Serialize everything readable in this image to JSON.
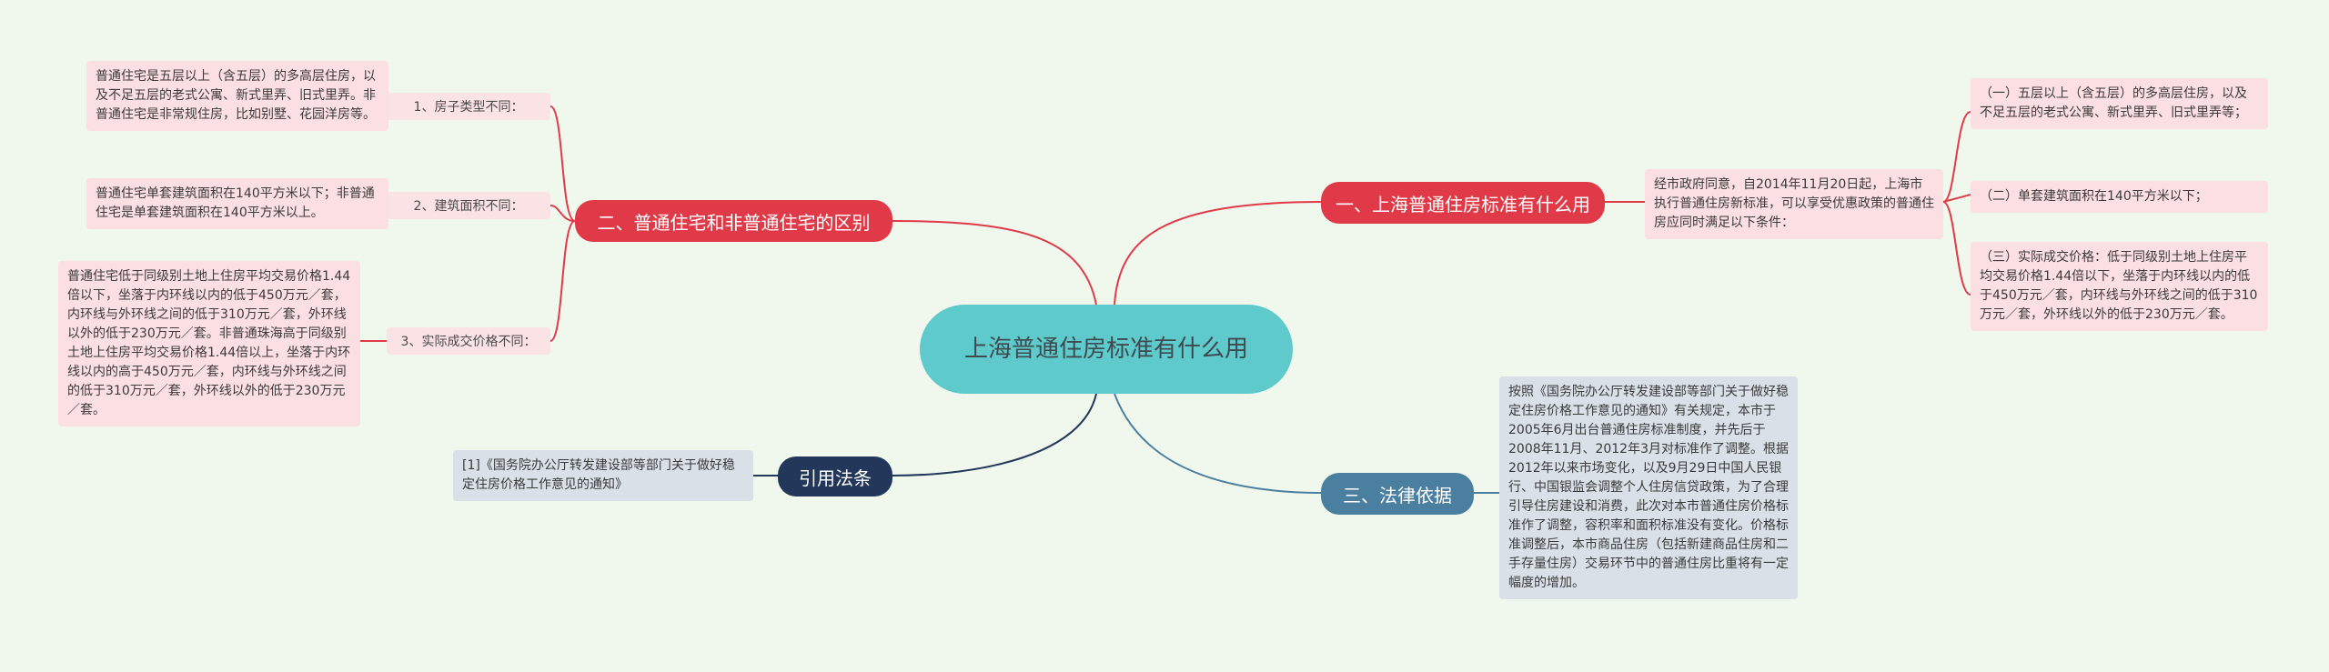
{
  "root": {
    "title": "上海普通住房标准有什么用"
  },
  "branches": {
    "b1": {
      "label": "一、上海普通住房标准有什么用"
    },
    "b2": {
      "label": "二、普通住宅和非普通住宅的区别"
    },
    "b3": {
      "label": "三、法律依据"
    },
    "b4": {
      "label": "引用法条"
    }
  },
  "b1_detail": "经市政府同意，自2014年11月20日起，上海市执行普通住房新标准，可以享受优惠政策的普通住房应同时满足以下条件：",
  "b1_conditions": [
    "（一）五层以上（含五层）的多高层住房，以及不足五层的老式公寓、新式里弄、旧式里弄等；",
    "（二）单套建筑面积在140平方米以下；",
    "（三）实际成交价格：低于同级别土地上住房平均交易价格1.44倍以下，坐落于内环线以内的低于450万元／套，内环线与外环线之间的低于310万元／套，外环线以外的低于230万元／套。"
  ],
  "b2_items": [
    {
      "label": "1、房子类型不同：",
      "detail": "普通住宅是五层以上（含五层）的多高层住房，以及不足五层的老式公寓、新式里弄、旧式里弄。非普通住宅是非常规住房，比如别墅、花园洋房等。"
    },
    {
      "label": "2、建筑面积不同：",
      "detail": "普通住宅单套建筑面积在140平方米以下；非普通住宅是单套建筑面积在140平方米以上。"
    },
    {
      "label": "3、实际成交价格不同：",
      "detail": "普通住宅低于同级别土地上住房平均交易价格1.44倍以下，坐落于内环线以内的低于450万元／套，内环线与外环线之间的低于310万元／套，外环线以外的低于230万元／套。非普通珠海高于同级别土地上住房平均交易价格1.44倍以上，坐落于内环线以内的高于450万元／套，内环线与外环线之间的低于310万元／套，外环线以外的低于230万元／套。"
    }
  ],
  "b3_detail": "按照《国务院办公厅转发建设部等部门关于做好稳定住房价格工作意见的通知》有关规定，本市于2005年6月出台普通住房标准制度，并先后于2008年11月、2012年3月对标准作了调整。根据2012年以来市场变化，以及9月29日中国人民银行、中国银监会调整个人住房信贷政策，为了合理引导住房建设和消费，此次对本市普通住房价格标准作了调整，容积率和面积标准没有变化。价格标准调整后，本市商品住房（包括新建商品住房和二手存量住房）交易环节中的普通住房比重将有一定幅度的增加。",
  "b4_detail": "[1]《国务院办公厅转发建设部等部门关于做好稳定住房价格工作意见的通知》",
  "colors": {
    "background": "#f0f8ed",
    "root": "#5fcacb",
    "red": "#e03a48",
    "teal": "#4a7fa0",
    "navy": "#23375a",
    "pink_leaf": "#fbdfe2",
    "grey_leaf": "#d9e0e7"
  }
}
